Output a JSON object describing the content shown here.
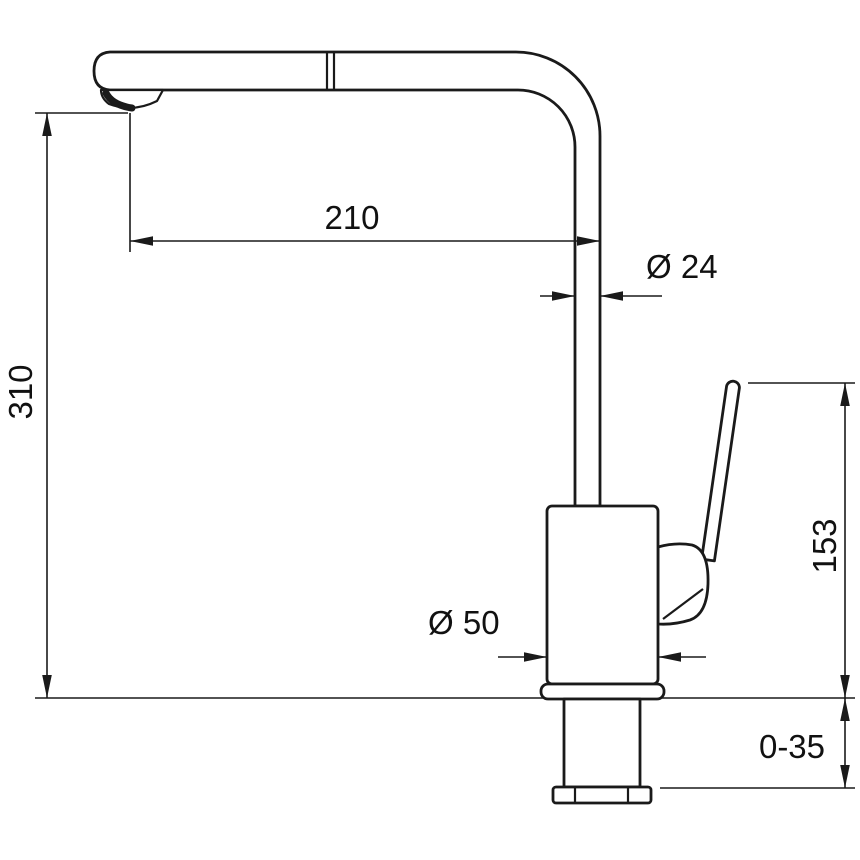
{
  "diagram": {
    "kind": "technical-drawing",
    "subject": "single-lever kitchen faucet with pull-out spray, dimensioned side view",
    "colors": {
      "line": "#1a1a1a",
      "background": "#ffffff",
      "text": "#111111"
    },
    "dimensions": {
      "spout_reach": {
        "label": "210"
      },
      "spout_tube_diameter": {
        "label": "Ø 24"
      },
      "total_height": {
        "label": "310"
      },
      "handle_height": {
        "label": "153"
      },
      "body_diameter": {
        "label": "Ø 50"
      },
      "mounting_thickness_range": {
        "label": "0-35"
      }
    }
  }
}
